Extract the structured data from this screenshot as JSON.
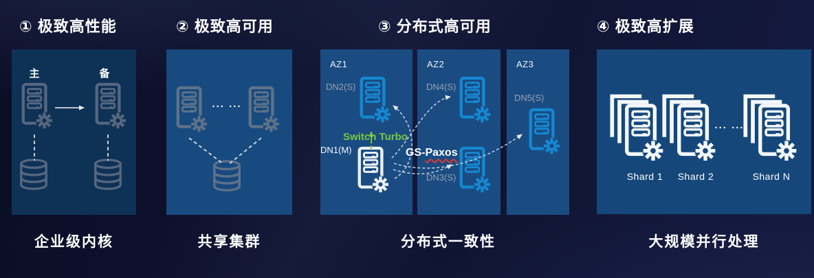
{
  "slide": {
    "panels": {
      "performance": {
        "title": "① 极致高性能",
        "caption": "企业级内核",
        "primary": "主",
        "standby": "备"
      },
      "availability": {
        "title": "② 极致高可用",
        "caption": "共享集群",
        "ellipsis": "... ..."
      },
      "distributed": {
        "title": "③ 分布式高可用",
        "caption": "分布式一致性",
        "zones": [
          "AZ1",
          "AZ2",
          "AZ3"
        ],
        "dn1": "DN1(M)",
        "dn2": "DN2(S)",
        "dn3": "DN3(S)",
        "dn4": "DN4(S)",
        "dn5": "DN5(S)",
        "switch_turbo": "Switch Turbo",
        "gs_paxos_prefix": "GS-",
        "gs_paxos_word": "Paxos"
      },
      "scalability": {
        "title": "④ 极致高扩展",
        "caption": "大规模并行处理",
        "shards": [
          "Shard 1",
          "Shard 2",
          "Shard N"
        ],
        "ellipsis": "... ..."
      }
    },
    "colors": {
      "panel1_bg": "#0e3156",
      "panel2_bg": "#174a7f",
      "az_bg": "#1a4c82",
      "panel4_bg": "#15477a",
      "node_blue": "#1588d2",
      "node_white": "#eef2f7",
      "muted_icon": "#55677f",
      "muted_icon_light": "#5f7289",
      "switch_turbo_green": "#7dc63f",
      "paxos_underline_red": "#e8372c"
    }
  }
}
